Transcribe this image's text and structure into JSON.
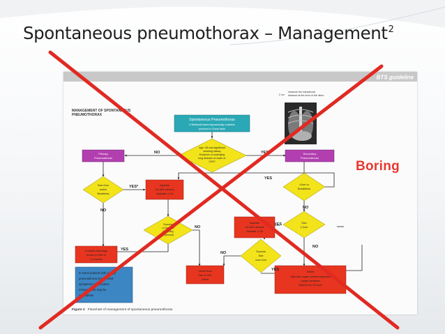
{
  "slide": {
    "title": "Spontaneous pneumothorax – Management",
    "title_superscript": "2",
    "side_label": "Boring"
  },
  "figure": {
    "header": "BTS guideline",
    "section_title_line1": "MANAGEMENT OF SPONTANEOUS",
    "section_title_line2": "PNEUMOTHORAX",
    "caption_label": "Figure 2",
    "caption_text": "Flowchart of management of spontaneous pneumothorax.",
    "xray_note_line1": "measure the interpleural",
    "xray_note_line2": "distance at the level of the hilum",
    "xray_marker": "2 cm"
  },
  "flowchart": {
    "start_line1": "Spontaneous Pneumothorax",
    "start_line2": "If Bilateral/Haemodynamically unstable",
    "start_line3": "proceed to Chest drain",
    "decision_line1": "Age >50 and significant",
    "decision_line2": "smoking history",
    "decision_line3": "Evidence of underlying",
    "decision_line4": "lung disease on exam or",
    "decision_line5": "CXR?",
    "primary_line1": "Primary",
    "primary_line2": "Pneumothorax",
    "secondary_line1": "Secondary",
    "secondary_line2": "Pneumothorax",
    "sob_line1": "Size>2cm",
    "sob_line2": "and/or",
    "sob_line3": "Breathless",
    "aspirate1_line1": "Aspirate",
    "aspirate1_line2": "16-18G cannula",
    "aspirate1_line3": "Aspirate <2.5l",
    "success1_line1": "Success",
    "success1_line2": "(<2cm and",
    "success1_line3": "breathing",
    "success1_line4": "improved)",
    "discharge_line1": "Consider discharge",
    "discharge_line2": "review in OPD in",
    "discharge_line3": "2-4 weeks",
    "note_line1": "In some patients with a large",
    "note_line2": "pneumothorax but minimal",
    "note_line3": "symptoms conservative",
    "note_line4": "management may be",
    "note_line5": "appropriate",
    "chest_drain_line1": "Chest drain",
    "chest_drain_line2": "Size 8-14Fr",
    "chest_drain_line3": "Admit",
    "breathless2_line1": ">2cm or",
    "breathless2_line2": "Breathless",
    "size2_line1": "Size",
    "size2_line2": "1-2cm",
    "aspirate2_line1": "Aspirate",
    "aspirate2_line2": "16-18G cannula",
    "aspirate2_line3": "Aspirate <2.5l",
    "success2_line1": "Success",
    "success2_line2": "Size",
    "success2_line3": "now<1cm",
    "admit_line1": "Admit",
    "admit_line2": "High flow oxygen (unless suspected",
    "admit_line3": "oxygen sensitive)",
    "admit_line4": "Observe for 24 hours",
    "lbl_no": "NO",
    "lbl_yes": "YES",
    "lbl_yes_star": "YES*"
  },
  "colors": {
    "arrow_red": "#e02a22",
    "teal_box": "#2aa8b5",
    "diamond_yellow": "#f2e31a",
    "red_box": "#e8351f",
    "purple_box": "#b23fb0",
    "blue_box": "#3c86c4",
    "label_red": "#e8382f"
  },
  "icons": {
    "cross_out": "large-red-x-icon"
  }
}
